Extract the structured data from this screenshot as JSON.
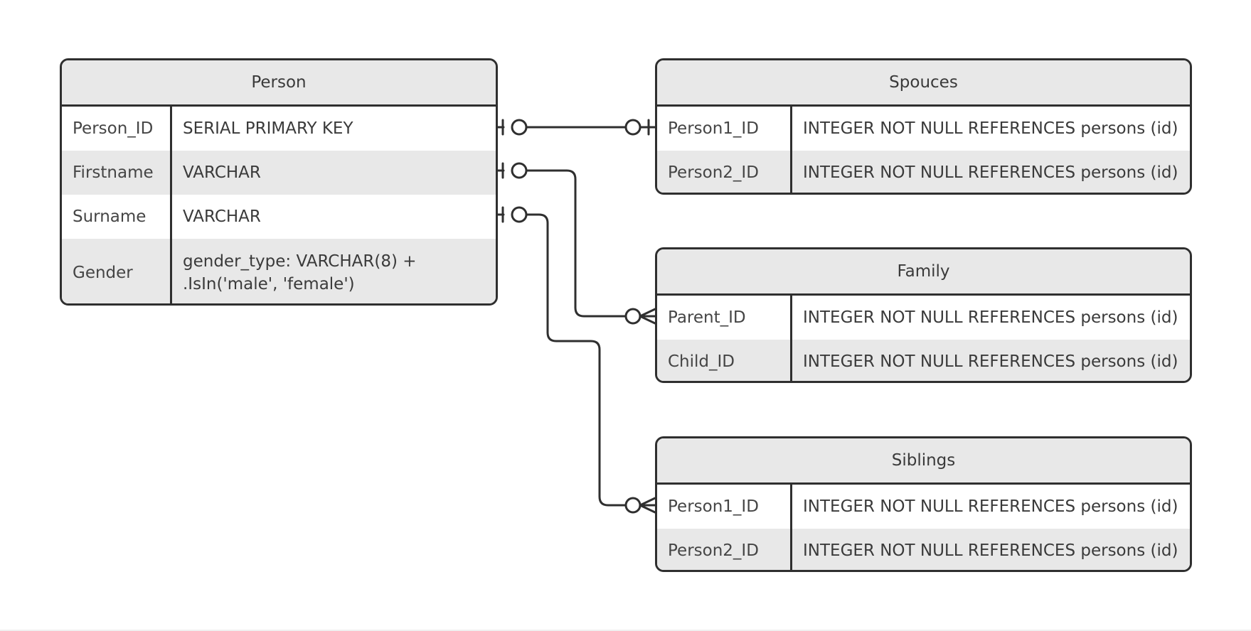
{
  "diagram": {
    "entities": {
      "person": {
        "title": "Person",
        "rows": [
          {
            "name": "Person_ID",
            "type": "SERIAL PRIMARY KEY"
          },
          {
            "name": "Firstname",
            "type": "VARCHAR"
          },
          {
            "name": "Surname",
            "type": "VARCHAR"
          },
          {
            "name": "Gender",
            "type": "gender_type: VARCHAR(8) +\n.IsIn('male', 'female')"
          }
        ]
      },
      "spouces": {
        "title": "Spouces",
        "rows": [
          {
            "name": "Person1_ID",
            "type": "INTEGER NOT NULL REFERENCES persons (id)"
          },
          {
            "name": "Person2_ID",
            "type": "INTEGER NOT NULL REFERENCES persons (id)"
          }
        ]
      },
      "family": {
        "title": "Family",
        "rows": [
          {
            "name": "Parent_ID",
            "type": "INTEGER NOT NULL REFERENCES persons (id)"
          },
          {
            "name": "Child_ID",
            "type": "INTEGER NOT NULL REFERENCES persons (id)"
          }
        ]
      },
      "siblings": {
        "title": "Siblings",
        "rows": [
          {
            "name": "Person1_ID",
            "type": "INTEGER NOT NULL REFERENCES persons (id)"
          },
          {
            "name": "Person2_ID",
            "type": "INTEGER NOT NULL REFERENCES persons (id)"
          }
        ]
      }
    },
    "relationships": [
      {
        "from": "Person.Person_ID",
        "to": "Spouces.Person1_ID",
        "from_cardinality": "zero-or-one",
        "to_cardinality": "zero-or-one"
      },
      {
        "from": "Person.Firstname",
        "to": "Family.Parent_ID",
        "from_cardinality": "zero-or-one",
        "to_cardinality": "zero-or-many"
      },
      {
        "from": "Person.Surname",
        "to": "Siblings.Person1_ID",
        "from_cardinality": "zero-or-one",
        "to_cardinality": "zero-or-many"
      }
    ],
    "colors": {
      "line": "#2f2f2f",
      "header_fill": "#e8e8e8",
      "alt_row_fill": "#e8e8e8",
      "text": "#3a3a3a"
    }
  }
}
